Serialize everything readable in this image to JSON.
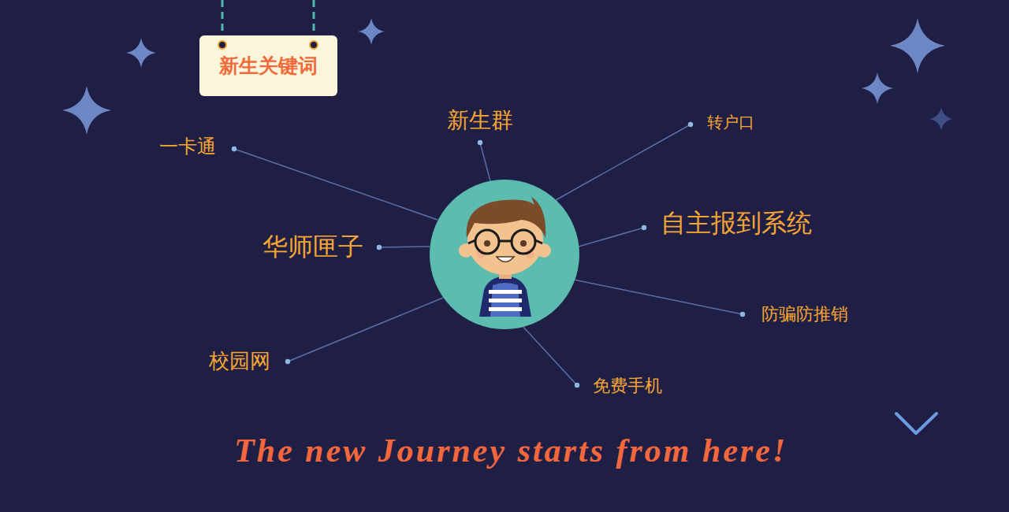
{
  "diagram": {
    "caption": "The new Journey starts from here!",
    "nodes": [
      {
        "text": [
          "新生关键词"
        ]
      }
    ],
    "labels": [
      "新生群",
      "转户口",
      "一卡通",
      "自主报到系统",
      "华师匣子",
      "防骗防推销",
      "校园网",
      "免费手机"
    ]
  }
}
